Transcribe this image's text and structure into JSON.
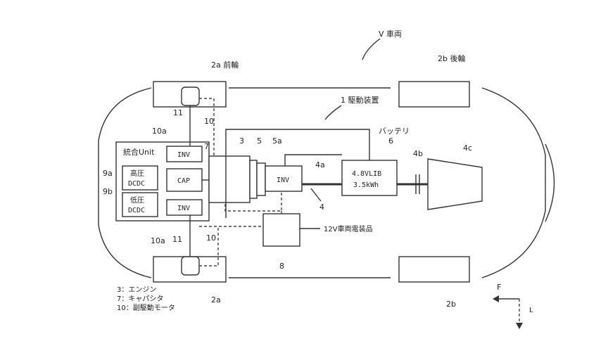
{
  "diagram": {
    "labels": {
      "vehicle": "V 車両",
      "front_wheel_top": "2a 前輪",
      "rear_wheel_top": "2b 後輪",
      "drive_unit": "1 駆動装置",
      "battery": "バッテリ",
      "integrated_unit": "統合Unit",
      "inv": "INV",
      "cap": "CAP",
      "hv_dcdc_1": "高圧",
      "hv_dcdc_2": "DCDC",
      "lv_dcdc_1": "低圧",
      "lv_dcdc_2": "DCDC",
      "battery_spec_1": "4.8VLIB",
      "battery_spec_2": "3.5kWh",
      "accessories": "12V車両電装品",
      "front_wheel_bottom": "2a",
      "rear_wheel_bottom": "2b",
      "direction_f": "F",
      "direction_l": "L"
    },
    "ref_numbers": {
      "n3": "3",
      "n5": "5",
      "n5a": "5a",
      "n6": "6",
      "n7": "7",
      "n4": "4",
      "n4a": "4a",
      "n4b": "4b",
      "n4c": "4c",
      "n8": "8",
      "n9a": "9a",
      "n9b": "9b",
      "n10_top": "10",
      "n10_bottom": "10",
      "n10a_top": "10a",
      "n10a_bottom": "10a",
      "n11_top": "11",
      "n11_bottom": "11"
    },
    "legend": [
      "3：エンジン",
      "7：キャパシタ",
      "10：副駆動モータ"
    ]
  }
}
